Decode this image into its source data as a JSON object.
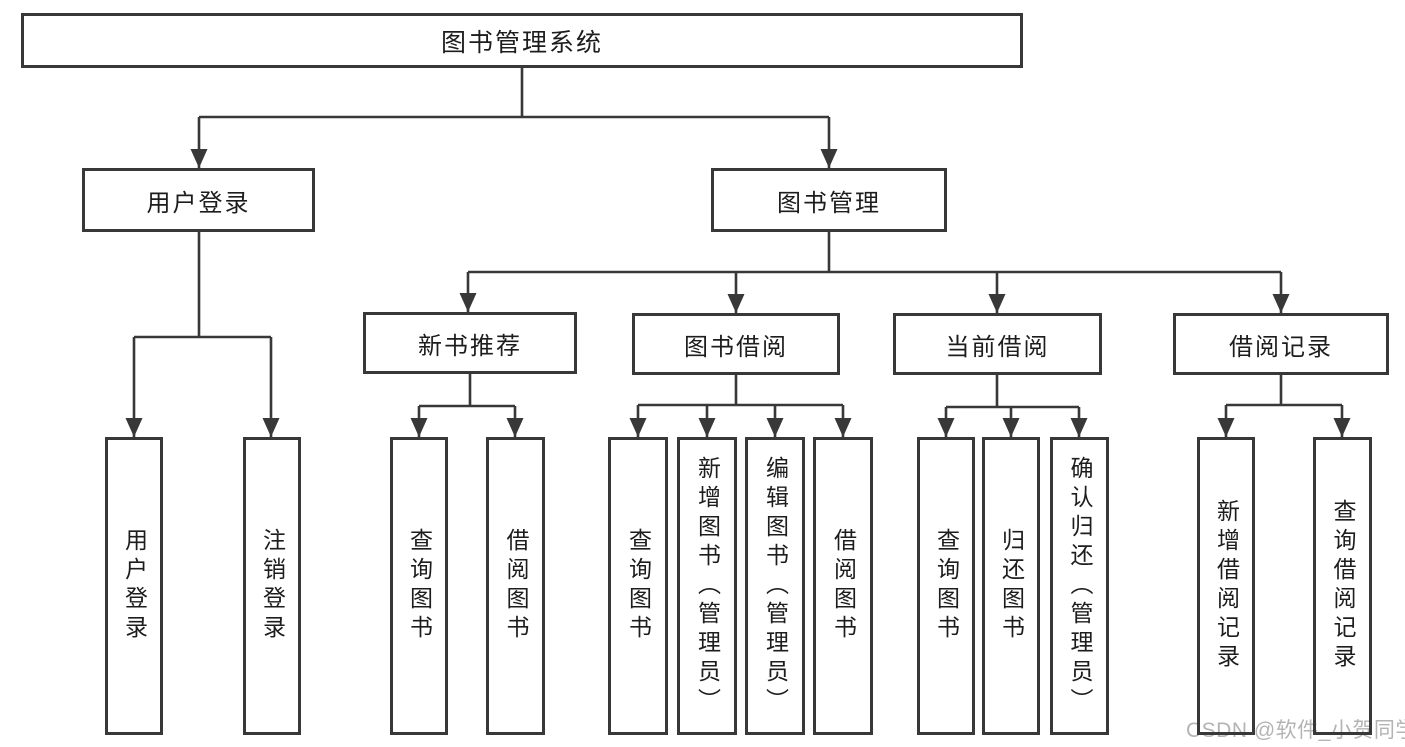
{
  "diagram": {
    "watermark": "CSDN @软件_小贺同学",
    "colors": {
      "line": "#383838",
      "text": "#1d1d1d",
      "background": "#ffffff",
      "watermark": "#b4b4b4"
    },
    "root": {
      "label": "图书管理系统"
    },
    "level2": [
      {
        "label": "用户登录",
        "children": [
          {
            "label": "用户登录"
          },
          {
            "label": "注销登录"
          }
        ]
      },
      {
        "label": "图书管理",
        "children": [
          {
            "label": "新书推荐",
            "children": [
              {
                "label": "查询图书"
              },
              {
                "label": "借阅图书"
              }
            ]
          },
          {
            "label": "图书借阅",
            "children": [
              {
                "label": "查询图书"
              },
              {
                "label": "新增图书（管理员）"
              },
              {
                "label": "编辑图书（管理员）"
              },
              {
                "label": "借阅图书"
              }
            ]
          },
          {
            "label": "当前借阅",
            "children": [
              {
                "label": "查询图书"
              },
              {
                "label": "归还图书"
              },
              {
                "label": "确认归还（管理员）"
              }
            ]
          },
          {
            "label": "借阅记录",
            "children": [
              {
                "label": "新增借阅记录"
              },
              {
                "label": "查询借阅记录"
              }
            ]
          }
        ]
      }
    ]
  }
}
